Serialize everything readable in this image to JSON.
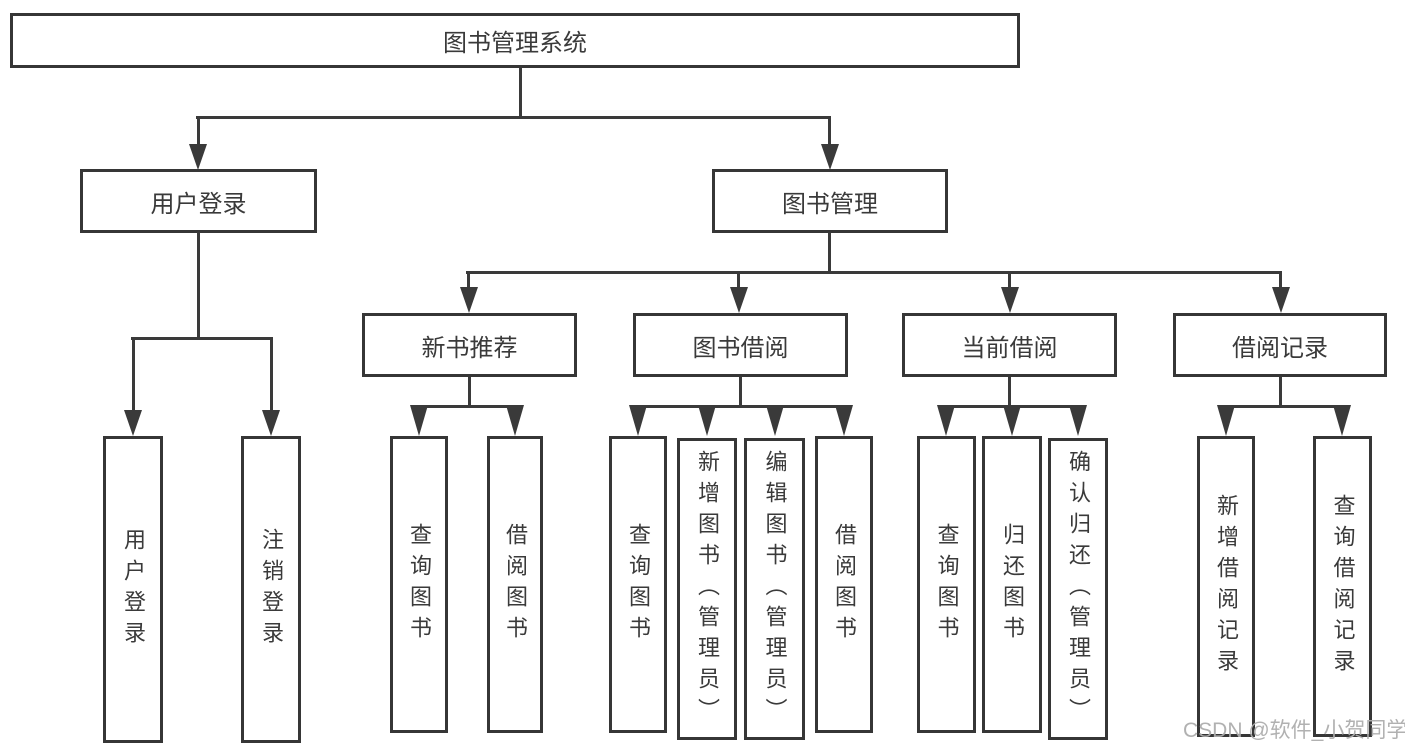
{
  "diagram": {
    "root_label": "图书管理系统",
    "watermark": "CSDN @软件_小贺同学",
    "level2": {
      "user_login": "用户登录",
      "book_mgmt": "图书管理"
    },
    "level3": {
      "new_book_rec": "新书推荐",
      "book_borrow": "图书借阅",
      "current_borrow": "当前借阅",
      "borrow_records": "借阅记录"
    },
    "leaves": {
      "user_login": {
        "login": "用户登录",
        "logout": "注销登录"
      },
      "new_book_rec": {
        "query": "查询图书",
        "borrow": "借阅图书"
      },
      "book_borrow": {
        "query": "查询图书",
        "add": "新增图书（管理员）",
        "edit": "编辑图书（管理员）",
        "borrow": "借阅图书"
      },
      "current_borrow": {
        "query": "查询图书",
        "return": "归还图书",
        "confirm": "确认归还（管理员）"
      },
      "borrow_records": {
        "add": "新增借阅记录",
        "query": "查询借阅记录"
      }
    }
  }
}
